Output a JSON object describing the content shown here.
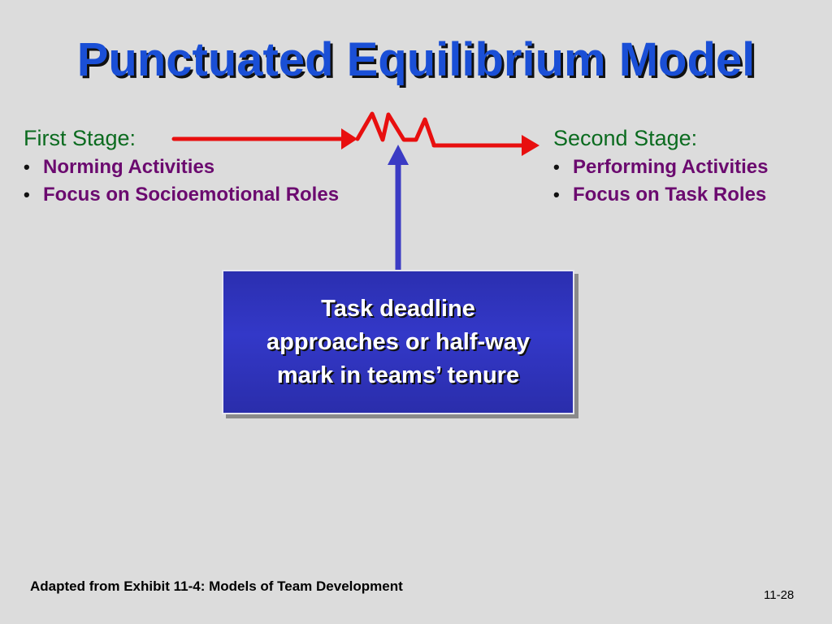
{
  "slide": {
    "title": "Punctuated Equilibrium Model",
    "first_stage": {
      "heading": "First Stage:",
      "bullets": [
        "Norming Activities",
        "Focus on Socioemotional Roles"
      ]
    },
    "second_stage": {
      "heading": "Second Stage:",
      "bullets": [
        "Performing Activities",
        "Focus on Task Roles"
      ]
    },
    "trigger_box": {
      "line1": "Task deadline",
      "line2": "approaches or half-way",
      "line3": "mark in teams’ tenure"
    },
    "footnote": "Adapted from Exhibit 11-4: Models of Team Development",
    "slide_number": "11-28"
  },
  "colors": {
    "background": "#dcdcdc",
    "title": "#1a4fd6",
    "stage_heading": "#0b6b1f",
    "bullet_text": "#6b0a6f",
    "timeline_arrow": "#e80f0f",
    "trigger_arrow": "#3b3bc4",
    "box_fill": "#2b2fb0"
  },
  "icons": {
    "timeline_arrow": "red-right-arrow-icon",
    "zigzag": "disruption-zigzag-icon",
    "trigger_arrow": "blue-up-arrow-icon"
  }
}
